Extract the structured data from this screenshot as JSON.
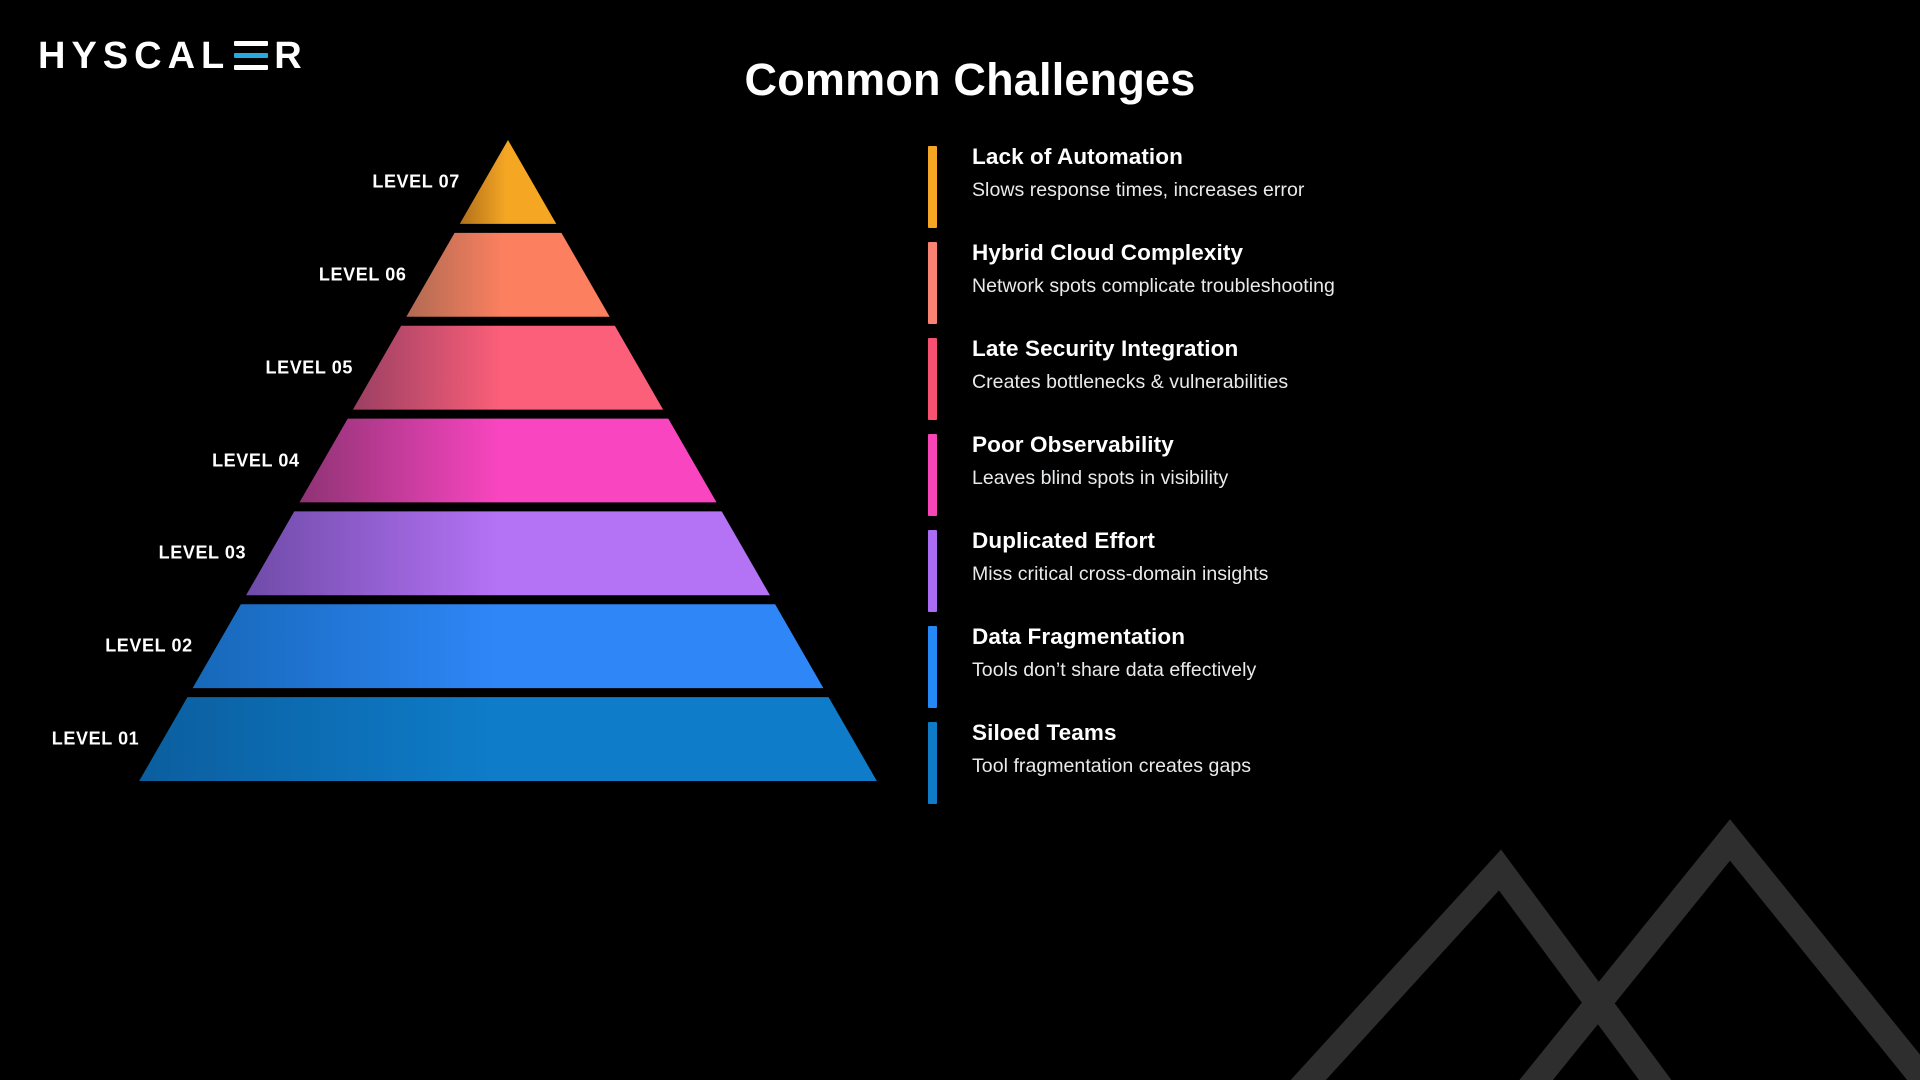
{
  "brand": {
    "logo_text": "HYSCAL",
    "logo_suffix": "R",
    "logo_accent_color": "#27A8E0",
    "logo_icon_name": "hyscaler-logo"
  },
  "header": {
    "title": "Common Challenges"
  },
  "pyramid": {
    "levels": [
      {
        "label": "LEVEL 07",
        "color_from": "#B0701A",
        "color_to": "#F5A623"
      },
      {
        "label": "LEVEL 06",
        "color_from": "#B06A52",
        "color_to": "#FC8060"
      },
      {
        "label": "LEVEL 05",
        "color_from": "#9A3F63",
        "color_to": "#FC5F79"
      },
      {
        "label": "LEVEL 04",
        "color_from": "#8E3374",
        "color_to": "#F945C0"
      },
      {
        "label": "LEVEL 03",
        "color_from": "#6F4BA8",
        "color_to": "#B472F5"
      },
      {
        "label": "LEVEL 02",
        "color_from": "#1668B8",
        "color_to": "#2F86F7"
      },
      {
        "label": "LEVEL 01",
        "color_from": "#0B5E9E",
        "color_to": "#0E7CC9"
      }
    ]
  },
  "challenges": [
    {
      "title": "Lack of Automation",
      "description": "Slows response times, increases error",
      "accent": "#F5A623"
    },
    {
      "title": "Hybrid Cloud Complexity",
      "description": "Network spots complicate troubleshooting",
      "accent": "#FA8272"
    },
    {
      "title": "Late Security Integration",
      "description": "Creates bottlenecks & vulnerabilities",
      "accent": "#F75070"
    },
    {
      "title": "Poor Observability",
      "description": "Leaves blind spots in visibility",
      "accent": "#F745B8"
    },
    {
      "title": "Duplicated Effort",
      "description": "Miss critical cross-domain insights",
      "accent": "#A96CF2"
    },
    {
      "title": "Data Fragmentation",
      "description": "Tools don’t share data effectively",
      "accent": "#2489F7"
    },
    {
      "title": "Siloed Teams",
      "description": "Tool fragmentation creates gaps",
      "accent": "#0F7AC6"
    }
  ],
  "decor": {
    "watermark_name": "mountain-peaks-watermark",
    "watermark_color": "#2E2E2E"
  },
  "background_color": "#000000"
}
